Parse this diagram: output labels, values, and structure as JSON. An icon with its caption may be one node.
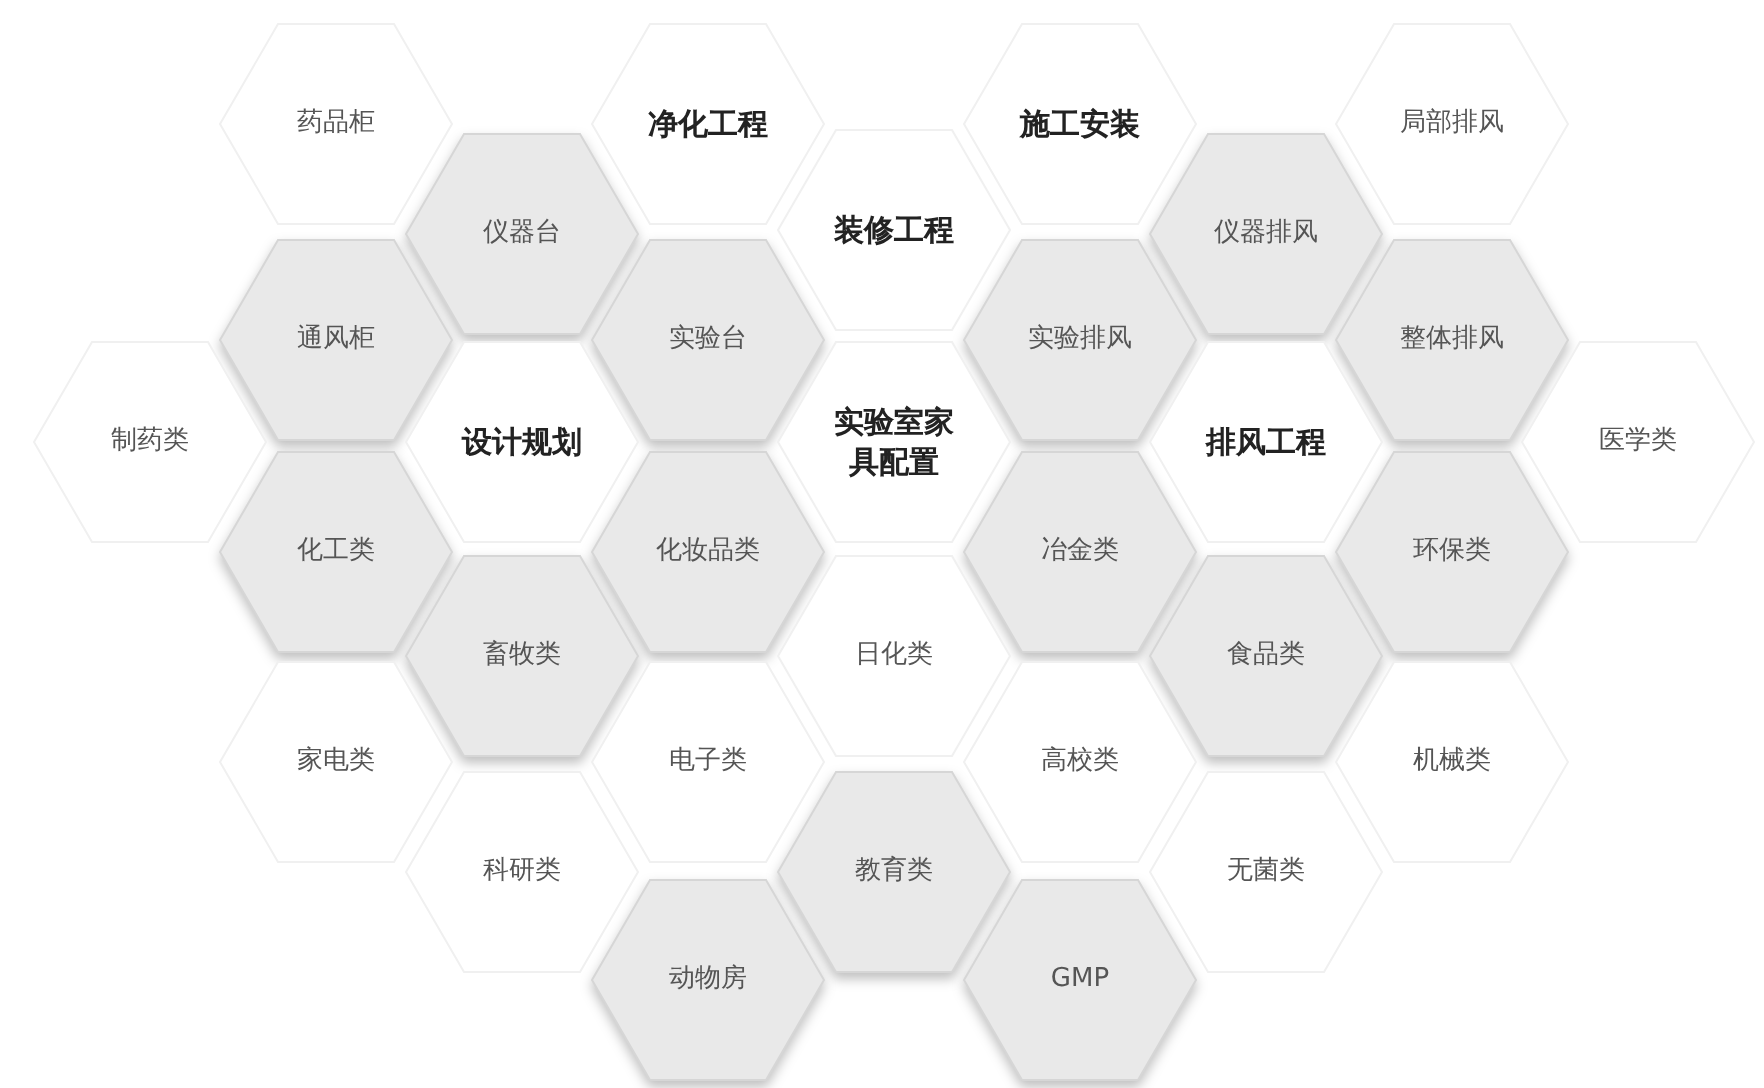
{
  "diagram": {
    "nodes": [
      {
        "text": [
          "药品柜"
        ]
      },
      {
        "text": [
          "净化工程"
        ]
      },
      {
        "text": [
          "施工安装"
        ]
      },
      {
        "text": [
          "局部排风"
        ]
      },
      {
        "text": [
          "仪器台"
        ]
      },
      {
        "text": [
          "装修工程"
        ]
      },
      {
        "text": [
          "仪器排风"
        ]
      },
      {
        "text": [
          "通风柜"
        ]
      },
      {
        "text": [
          "实验台"
        ]
      },
      {
        "text": [
          "实验排风"
        ]
      },
      {
        "text": [
          "整体排风"
        ]
      },
      {
        "text": [
          "制药类"
        ]
      },
      {
        "text": [
          "设计规划"
        ]
      },
      {
        "text": [
          "实验室家具配置"
        ]
      },
      {
        "text": [
          "排风工程"
        ]
      },
      {
        "text": [
          "医学类"
        ]
      },
      {
        "text": [
          "化工类"
        ]
      },
      {
        "text": [
          "化妆品类"
        ]
      },
      {
        "text": [
          "冶金类"
        ]
      },
      {
        "text": [
          "环保类"
        ]
      },
      {
        "text": [
          "畜牧类"
        ]
      },
      {
        "text": [
          "日化类"
        ]
      },
      {
        "text": [
          "食品类"
        ]
      },
      {
        "text": [
          "家电类"
        ]
      },
      {
        "text": [
          "电子类"
        ]
      },
      {
        "text": [
          "高校类"
        ]
      },
      {
        "text": [
          "机械类"
        ]
      },
      {
        "text": [
          "科研类"
        ]
      },
      {
        "text": [
          "教育类"
        ]
      },
      {
        "text": [
          "无菌类"
        ]
      },
      {
        "text": [
          "动物房"
        ]
      },
      {
        "text": [
          "GMP"
        ]
      }
    ]
  }
}
